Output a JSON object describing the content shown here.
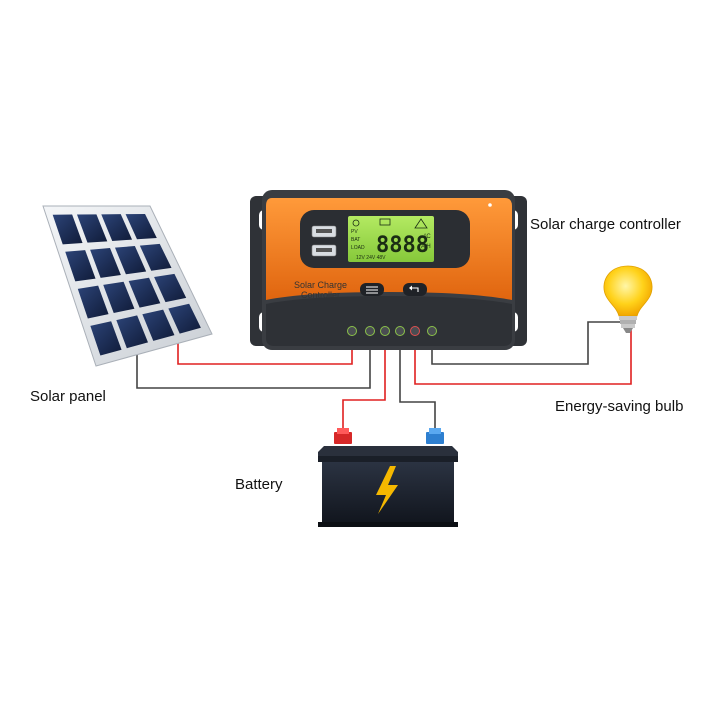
{
  "labels": {
    "controller": "Solar charge controller",
    "panel": "Solar panel",
    "bulb": "Energy-saving bulb",
    "battery": "Battery"
  },
  "controller": {
    "face_line1": "Solar Charge",
    "face_line2": "Controller",
    "lcd_digits": "8888",
    "lcd_unit_top": "°C",
    "lcd_unit_bottom": "A H",
    "lcd_voltages": "12V 24V 48V",
    "lcd_left": [
      "PV",
      "BAT",
      "LOAD"
    ]
  },
  "colors": {
    "wire_positive": "#e02020",
    "wire_negative": "#444444",
    "controller_orange": "#f07a1c",
    "controller_body": "#3a3d42",
    "lcd_green": "#9bd84a",
    "battery_body": "#1e2430",
    "battery_bolt": "#f5b800",
    "terminal_positive": "#d62828",
    "terminal_negative": "#2e7fd0",
    "bulb_yellow": "#ffd21a",
    "panel_cell": "#1d2f5c"
  },
  "icons": [
    "solar-panel-icon",
    "charge-controller-icon",
    "light-bulb-icon",
    "battery-icon",
    "lightning-bolt-icon",
    "usb-port-icon",
    "menu-button-icon",
    "return-button-icon"
  ]
}
